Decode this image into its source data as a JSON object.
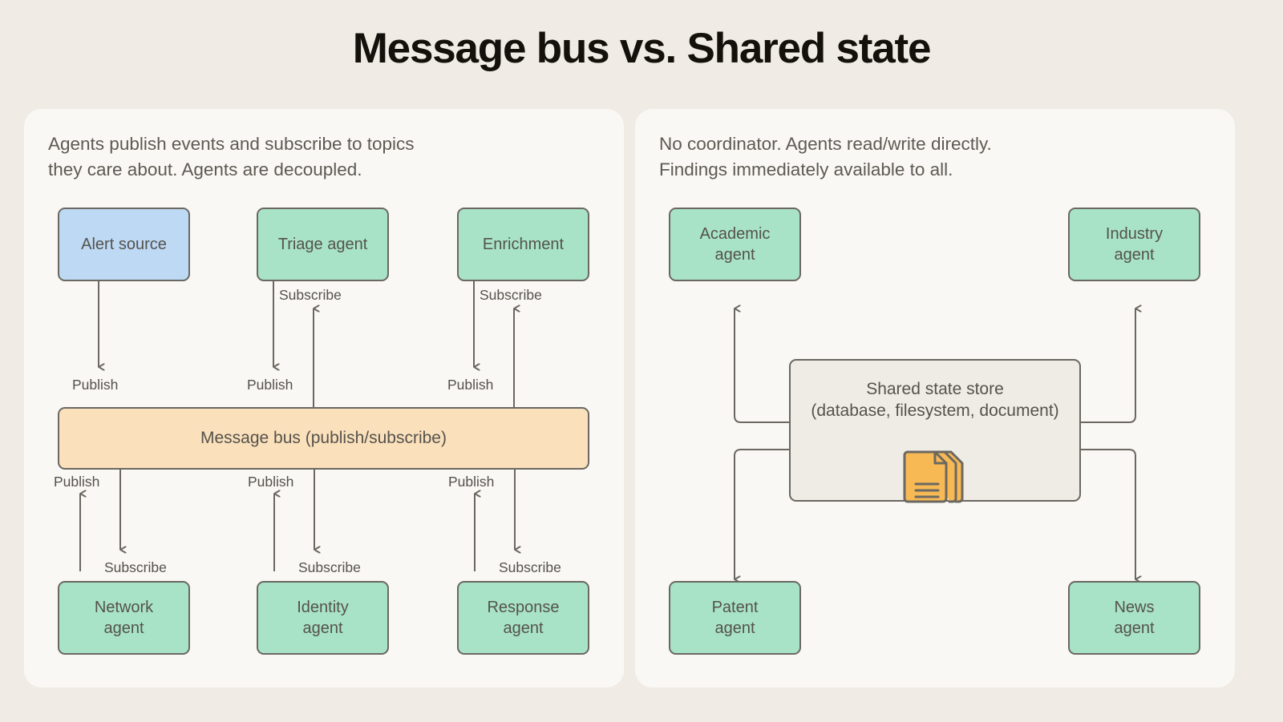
{
  "title": "Message bus vs. Shared state",
  "colors": {
    "page_background": "#f0ece5",
    "panel_background": "#faf8f4",
    "agent_green": "#a8e3c8",
    "source_blue": "#bdd9f4",
    "bus_orange": "#fae0bb",
    "store_grey": "#efece5",
    "stroke": "#6b6862",
    "text": "#55524c",
    "doc_icon": "#f7b954"
  },
  "panels": [
    {
      "id": "message-bus",
      "description": "Agents publish events and subscribe to topics\nthey care about. Agents are decoupled.",
      "top_nodes": [
        {
          "label": "Alert source",
          "style": "blue"
        },
        {
          "label": "Triage agent",
          "style": "green"
        },
        {
          "label": "Enrichment",
          "style": "green"
        }
      ],
      "bus": {
        "label": "Message bus (publish/subscribe)",
        "style": "orange"
      },
      "bottom_nodes": [
        {
          "label": "Network\nagent",
          "style": "green"
        },
        {
          "label": "Identity\nagent",
          "style": "green"
        },
        {
          "label": "Response\nagent",
          "style": "green"
        }
      ],
      "edge_labels": {
        "publish": "Publish",
        "subscribe": "Subscribe"
      },
      "top_edges": [
        {
          "from": "Alert source",
          "publish": "Publish",
          "subscribe": null
        },
        {
          "from": "Triage agent",
          "publish": "Publish",
          "subscribe": "Subscribe"
        },
        {
          "from": "Enrichment",
          "publish": "Publish",
          "subscribe": "Subscribe"
        }
      ],
      "bottom_edges": [
        {
          "to": "Network agent",
          "publish": "Publish",
          "subscribe": "Subscribe"
        },
        {
          "to": "Identity agent",
          "publish": "Publish",
          "subscribe": "Subscribe"
        },
        {
          "to": "Response agent",
          "publish": "Publish",
          "subscribe": "Subscribe"
        }
      ]
    },
    {
      "id": "shared-state",
      "description": "No coordinator. Agents read/write directly.\nFindings immediately available to all.",
      "top_nodes": [
        {
          "label": "Academic\nagent",
          "style": "green"
        },
        {
          "label": "Industry\nagent",
          "style": "green"
        }
      ],
      "store": {
        "label": "Shared state store\n(database, filesystem, document)",
        "style": "store",
        "icon": "documents-stack-icon"
      },
      "bottom_nodes": [
        {
          "label": "Patent\nagent",
          "style": "green"
        },
        {
          "label": "News\nagent",
          "style": "green"
        }
      ]
    }
  ]
}
